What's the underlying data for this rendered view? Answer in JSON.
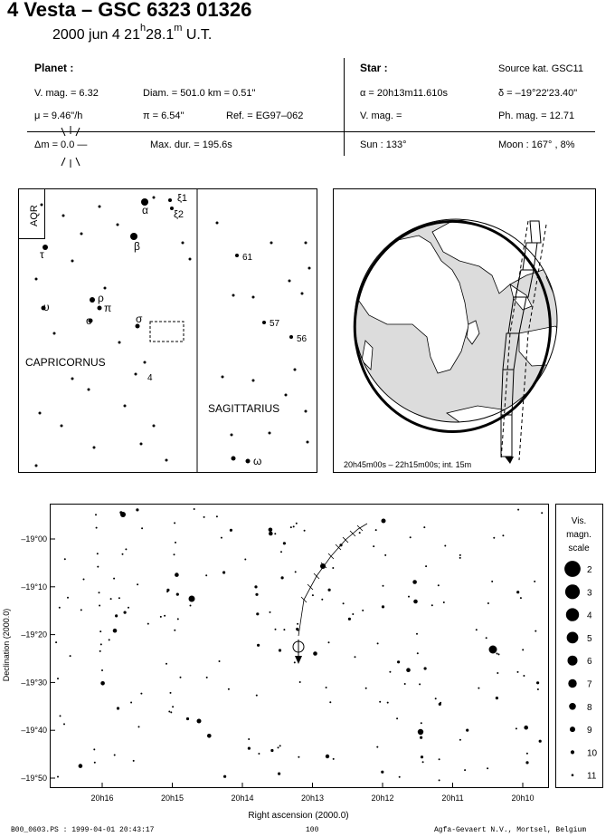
{
  "header": {
    "title": "4 Vesta  –  GSC 6323 01326",
    "date": "2000 jun  4  21",
    "hour_unit": "h",
    "minutes": "28.1",
    "minute_unit": "m",
    "timescale": "U.T."
  },
  "planet": {
    "heading": "Planet :",
    "vmag": "V. mag. =  6.32",
    "diam": "Diam. = 501.0 km = 0.51\"",
    "mu": "μ =  9.46\"/h",
    "pi": "π =  6.54\"",
    "ref": "Ref. = EG97–062",
    "dm": "Δm = 0.0 —",
    "maxdur": "Max. dur. = 195.6s"
  },
  "star": {
    "heading": "Star :",
    "source": "Source kat.  GSC11",
    "alpha": "α = 20h13m11.610s",
    "delta": "δ = –19°22'23.40\"",
    "vmag": "V. mag. =",
    "phmag": "Ph. mag. = 12.71",
    "sun": "Sun : 133°",
    "moon": "Moon : 167° ,  8%"
  },
  "finder": {
    "aqr_label": "AQR",
    "capricornus": "CAPRICORNUS",
    "sagittarius": "SAGITTARIUS",
    "greek": [
      "α",
      "β",
      "τ",
      "ρ",
      "π",
      "υ",
      "ο",
      "σ",
      "ξ1",
      "ξ2",
      "ω"
    ],
    "numbers": [
      "4",
      "61",
      "57",
      "56"
    ]
  },
  "globe": {
    "caption": "20h45m00s – 22h15m00s; int. 15m"
  },
  "detail": {
    "y_title": "Declination (2000.0)",
    "x_title": "Right ascension (2000.0)",
    "y_ticks": [
      "–19°00",
      "–19°10",
      "–19°20",
      "–19°30",
      "–19°40",
      "–19°50"
    ],
    "x_ticks": [
      "20h16",
      "20h15",
      "20h14",
      "20h13",
      "20h12",
      "20h11",
      "20h10"
    ],
    "legend_title": [
      "Vis.",
      "magn.",
      "scale"
    ],
    "legend_mags": [
      "2",
      "3",
      "4",
      "5",
      "6",
      "7",
      "8",
      "9",
      "10",
      "11"
    ]
  },
  "footer": {
    "left": "B00_0603.PS : 1999-04-01 20:43:17",
    "center": "100",
    "right": "Agfa-Gevaert N.V., Mortsel, Belgium"
  }
}
